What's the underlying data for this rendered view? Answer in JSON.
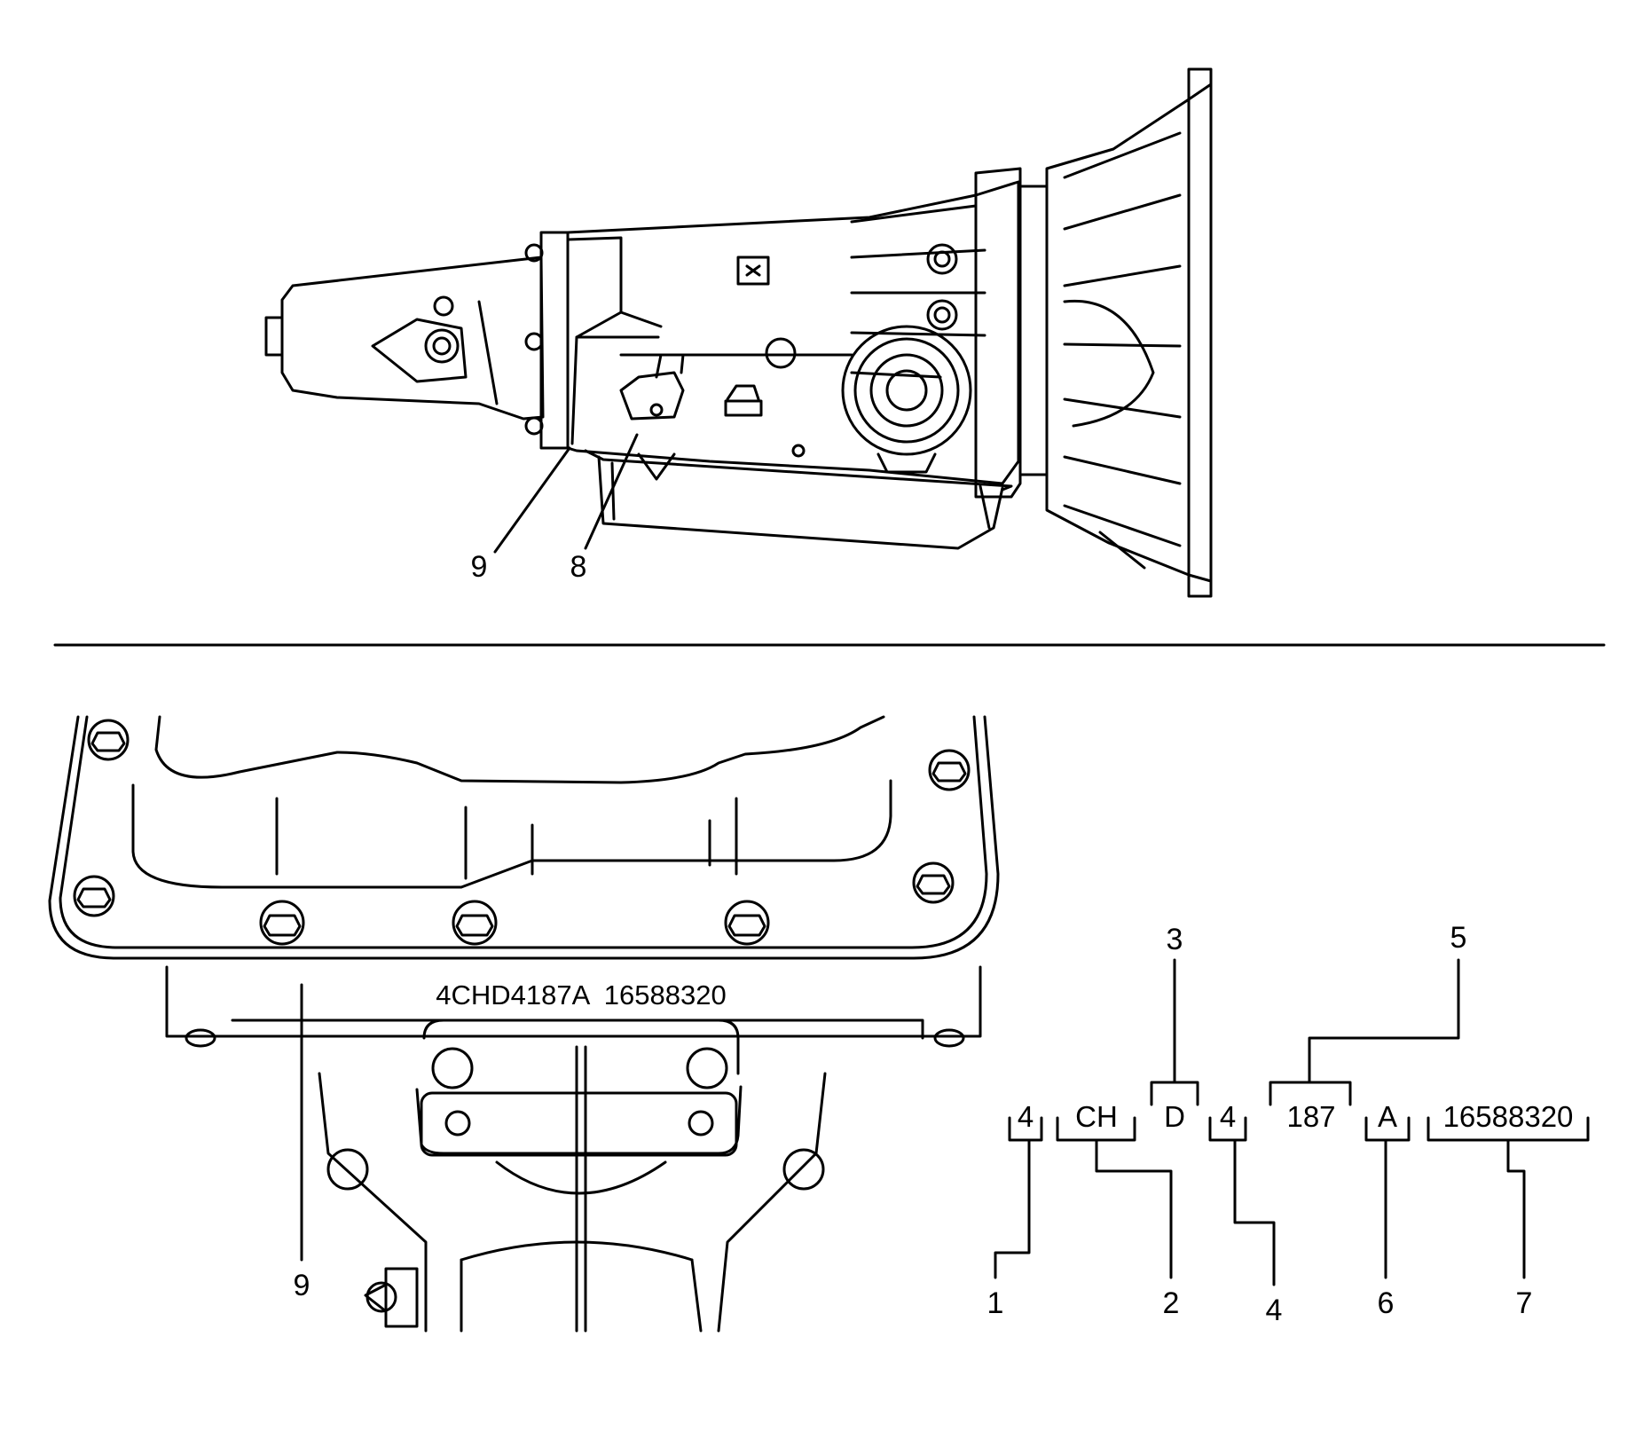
{
  "top_view": {
    "callouts": [
      {
        "label": "9"
      },
      {
        "label": "8"
      }
    ]
  },
  "bottom_view": {
    "pan_id_text": "4CHD4187A  16588320",
    "callout_pan": "9"
  },
  "code_breakdown": {
    "segments": [
      {
        "text": "4"
      },
      {
        "text": "CH"
      },
      {
        "text": "D"
      },
      {
        "text": "4"
      },
      {
        "text": "187"
      },
      {
        "text": "A"
      },
      {
        "text": "16588320"
      }
    ],
    "callouts": [
      {
        "label": "1"
      },
      {
        "label": "2"
      },
      {
        "label": "3"
      },
      {
        "label": "4"
      },
      {
        "label": "5"
      },
      {
        "label": "6"
      },
      {
        "label": "7"
      }
    ]
  }
}
